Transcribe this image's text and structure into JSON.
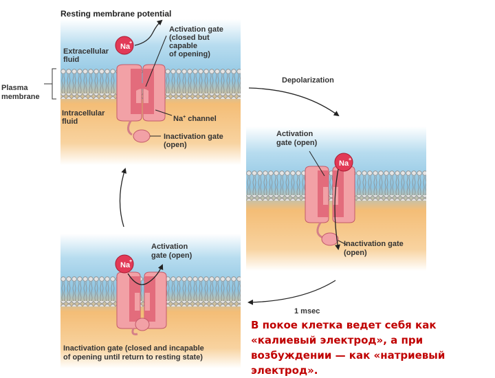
{
  "panel_top": {
    "title": "Resting membrane potential",
    "extracellular_label": [
      "Extracellular",
      "fluid"
    ],
    "intracellular_label": [
      "Intracellular",
      "fluid"
    ],
    "plasma_membrane_label": [
      "Plasma",
      "membrane"
    ],
    "ion_label": "Na",
    "ion_charge": "+",
    "activation_gate_label": [
      "Activation gate",
      "(closed but",
      "capable",
      "of opening)"
    ],
    "channel_label": "Na",
    "channel_label_suffix": " channel",
    "inactivation_gate_label": [
      "Inactivation gate",
      "(open)"
    ]
  },
  "panel_right": {
    "ion_label": "Na",
    "ion_charge": "+",
    "activation_gate_label": [
      "Activation",
      "gate (open)"
    ],
    "inactivation_gate_label": [
      "Inactivation gate",
      "(open)"
    ]
  },
  "panel_bottom": {
    "ion_label": "Na",
    "ion_charge": "+",
    "activation_gate_label": [
      "Activation",
      "gate (open)"
    ],
    "inactivation_gate_label": [
      "Inactivation gate (closed and incapable",
      "of opening until return to resting state)"
    ]
  },
  "transitions": {
    "depolarization": "Depolarization",
    "time_label": "1 msec"
  },
  "caption": "В покое клетка ведет себя как «калиевый электрод», а при возбуждении — как «натриевый электрод».",
  "colors": {
    "extracellular": "#8ec5e2",
    "intracellular": "#f3b96e",
    "protein": "#f2a1a6",
    "protein_inner": "#e36c7c",
    "ion": "#e23a57",
    "caption": "#c00000"
  }
}
